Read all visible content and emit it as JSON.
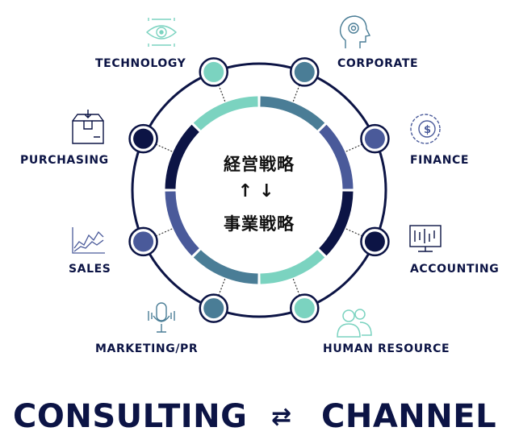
{
  "center": {
    "top": "経営戦略",
    "bottom": "事業戦略",
    "arrows": "↑↓"
  },
  "nodes": [
    {
      "label": "CORPORATE",
      "color": "#4a7d96",
      "icon": "head-gear-icon"
    },
    {
      "label": "FINANCE",
      "color": "#4a5a9a",
      "icon": "dollar-chart-icon"
    },
    {
      "label": "ACCOUNTING",
      "color": "#0c1445",
      "icon": "monitor-chart-icon"
    },
    {
      "label": "HUMAN RESOURCE",
      "color": "#7bd3c0",
      "icon": "people-icon"
    },
    {
      "label": "MARKETING/PR",
      "color": "#4a7d96",
      "icon": "microphone-icon"
    },
    {
      "label": "SALES",
      "color": "#4a5a9a",
      "icon": "line-chart-icon"
    },
    {
      "label": "PURCHASING",
      "color": "#0c1445",
      "icon": "box-icon"
    },
    {
      "label": "TECHNOLOGY",
      "color": "#7bd3c0",
      "icon": "eye-circuit-icon"
    }
  ],
  "footer": {
    "left": "CONSULTING",
    "right": "CHANNEL",
    "arrows": "⇄"
  },
  "colors": {
    "navy": "#0c1445",
    "teal": "#7bd3c0",
    "steel": "#4a7d96",
    "indigo": "#4a5a9a"
  }
}
